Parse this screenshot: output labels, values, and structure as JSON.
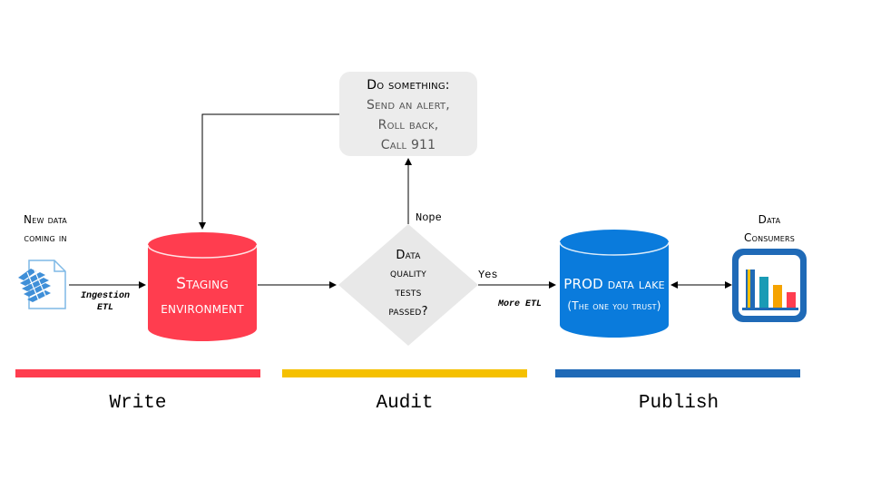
{
  "colors": {
    "staging": "#ff3d4f",
    "prod": "#0a7bdc",
    "audit": "#f5c000",
    "publish": "#1f6ab7",
    "diamond": "#e8e8e8",
    "alert_box": "#ececec",
    "line": "#000000"
  },
  "icons": {
    "source": "file-data-icon",
    "consumers": "bar-chart-icon"
  },
  "source": {
    "label_line1": "New data",
    "label_line2": "coming in"
  },
  "ingestion": {
    "line1": "Ingestion",
    "line2": "ETL"
  },
  "staging": {
    "line1": "Staging",
    "line2": "environment"
  },
  "decision": {
    "line1": "Data",
    "line2": "quality",
    "line3": "tests",
    "line4": "passed?",
    "yes": "Yes",
    "no": "Nope"
  },
  "alert": {
    "line1": "Do something:",
    "line2": "Send an alert,",
    "line3": "Roll back,",
    "line4": "Call 911"
  },
  "more_etl": "More ETL",
  "prod": {
    "line1": "PROD data lake",
    "line2": "(The one you trust)"
  },
  "consumers": {
    "line1": "Data",
    "line2": "Consumers"
  },
  "phases": {
    "write": "Write",
    "audit": "Audit",
    "publish": "Publish"
  }
}
